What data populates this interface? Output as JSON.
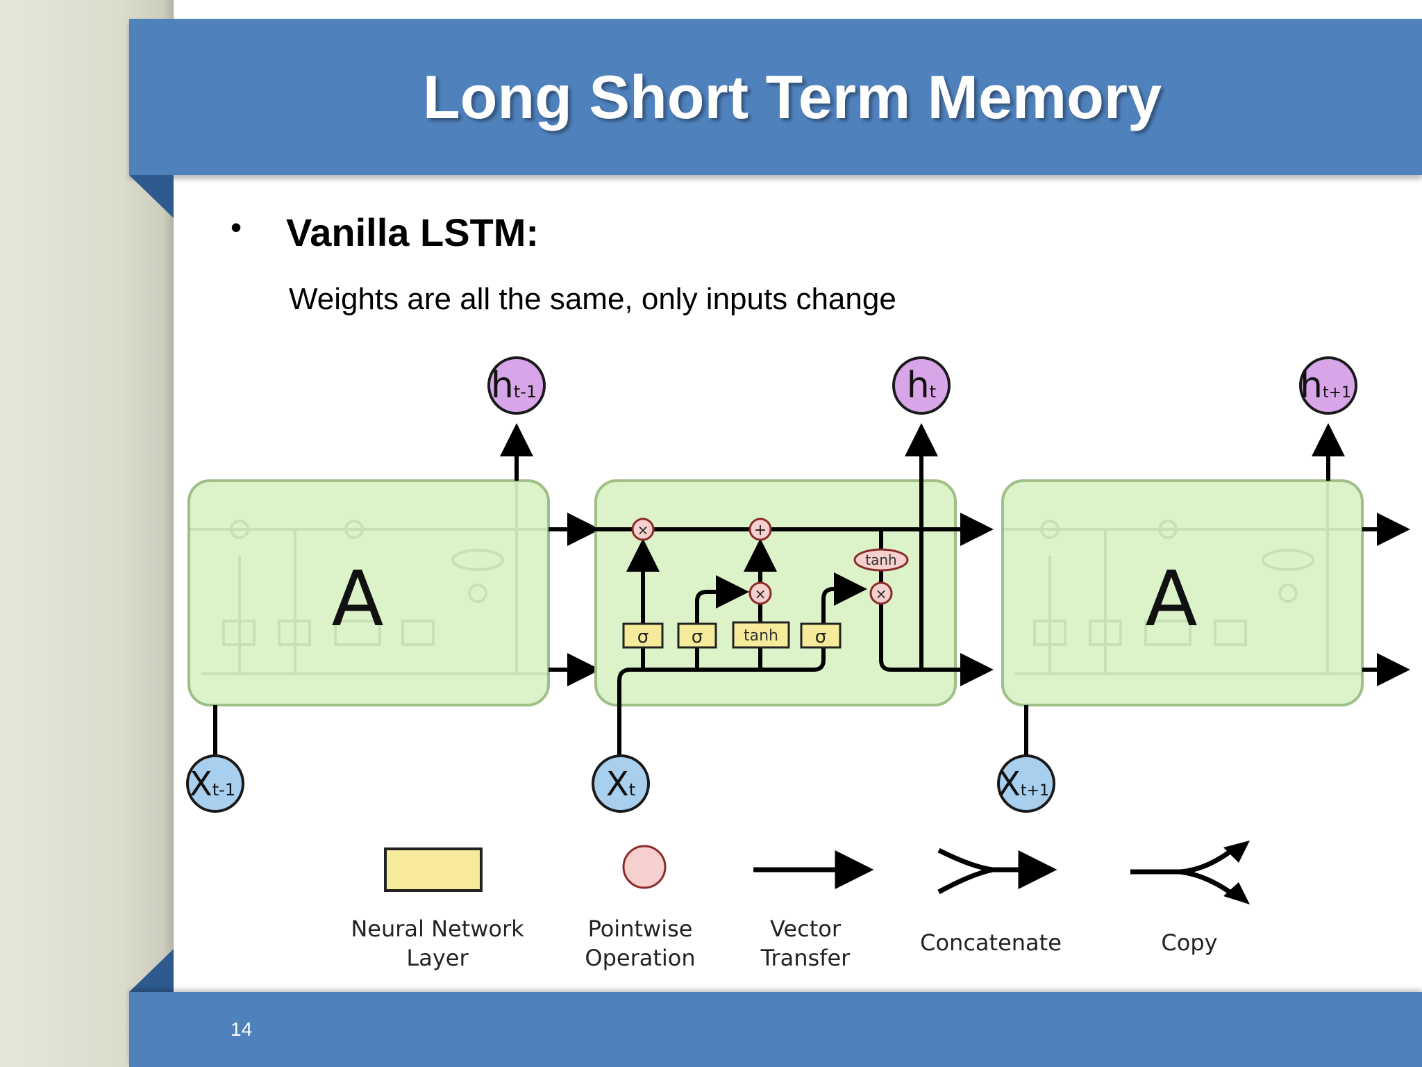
{
  "slide": {
    "title": "Long Short Term Memory",
    "bullet_heading": "Vanilla LSTM:",
    "bullet_text": "Weights are all the same, only inputs change",
    "page_number": "14"
  },
  "diagram": {
    "cells": [
      {
        "label": "A",
        "output": "h",
        "output_sub": "t-1",
        "input": "X",
        "input_sub": "t-1"
      },
      {
        "output": "h",
        "output_sub": "t",
        "input": "X",
        "input_sub": "t"
      },
      {
        "label": "A",
        "output": "h",
        "output_sub": "t+1",
        "input": "X",
        "input_sub": "t+1"
      }
    ],
    "gates": {
      "sigma": "σ",
      "tanh": "tanh",
      "times": "×",
      "plus": "+"
    },
    "legend": [
      {
        "line1": "Neural Network",
        "line2": "Layer"
      },
      {
        "line1": "Pointwise",
        "line2": "Operation"
      },
      {
        "line1": "Vector",
        "line2": "Transfer"
      },
      {
        "line1": "Concatenate",
        "line2": ""
      },
      {
        "line1": "Copy",
        "line2": ""
      }
    ]
  },
  "colors": {
    "header": "#4f81bd",
    "cell_fill": "#dcf2c9",
    "cell_stroke": "#9fbf86",
    "layer_fill": "#f6eb9a",
    "pointwise_fill": "#f6cfcf",
    "h_fill": "#d8a6e8",
    "x_fill": "#a9cfee"
  }
}
